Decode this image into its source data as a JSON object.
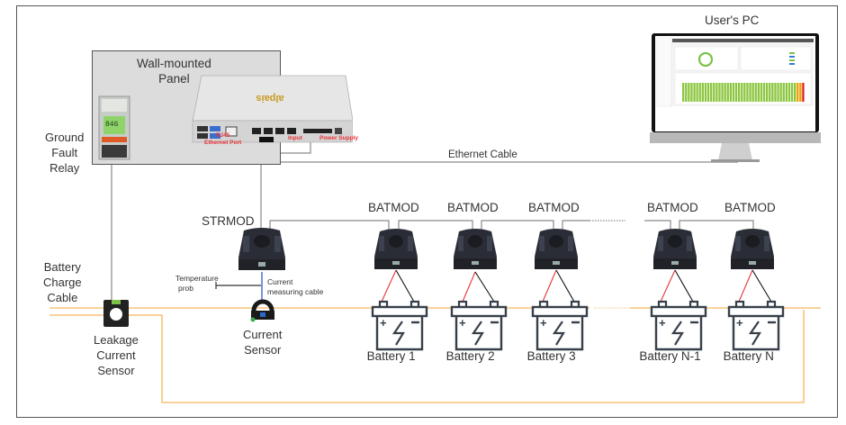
{
  "diagram": {
    "labels": {
      "users_pc": "User's PC",
      "wall_panel": "Wall-mounted\nPanel",
      "wall_panel_line1": "Wall-mounted",
      "wall_panel_line2": "Panel",
      "ground_fault_line1": "Ground",
      "ground_fault_line2": "Fault",
      "ground_fault_line3": "Relay",
      "ethernet_cable": "Ethernet Cable",
      "strmod": "STRMOD",
      "battery_charge_line1": "Battery",
      "battery_charge_line2": "Charge",
      "battery_charge_line3": "Cable",
      "leakage_line1": "Leakage",
      "leakage_line2": "Current",
      "leakage_line3": "Sensor",
      "temperature_line1": "Temperature",
      "temperature_line2": "prob",
      "current_cable_line1": "Current",
      "current_cable_line2": "measuring cable",
      "current_sensor_line1": "Current",
      "current_sensor_line2": "Sensor",
      "rj45_line1": "RJ45",
      "rj45_line2": "Ethernet Port",
      "input": "Input",
      "power_supply": "Power Supply",
      "gateway_brand": "alpais"
    },
    "batmod_label": "BATMOD",
    "batteries": [
      {
        "label": "Battery 1"
      },
      {
        "label": "Battery 2"
      },
      {
        "label": "Battery 3"
      },
      {
        "label": "Battery N-1"
      },
      {
        "label": "Battery N"
      }
    ],
    "colors": {
      "charge_cable": "#f7c478",
      "data_cable": "#8a8a8a",
      "port_label": "#e8333a",
      "positive_lead": "#e8333a",
      "negative_lead": "#111111",
      "battery_outline": "#37404a",
      "module_body": "#2a2d35"
    }
  }
}
